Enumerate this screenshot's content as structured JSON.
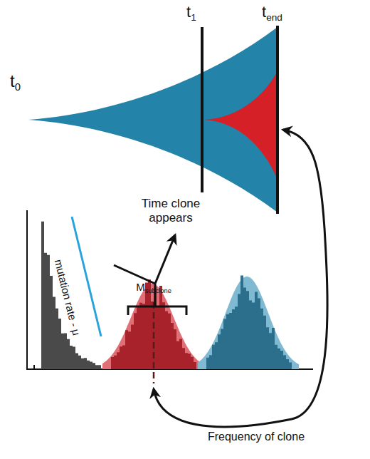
{
  "diagram": {
    "labels": [
      "t0",
      "t1",
      "tend",
      "Time clone appears",
      "mutation rate - μ",
      "Msubclone",
      "Frequency of clone"
    ]
  }
}
